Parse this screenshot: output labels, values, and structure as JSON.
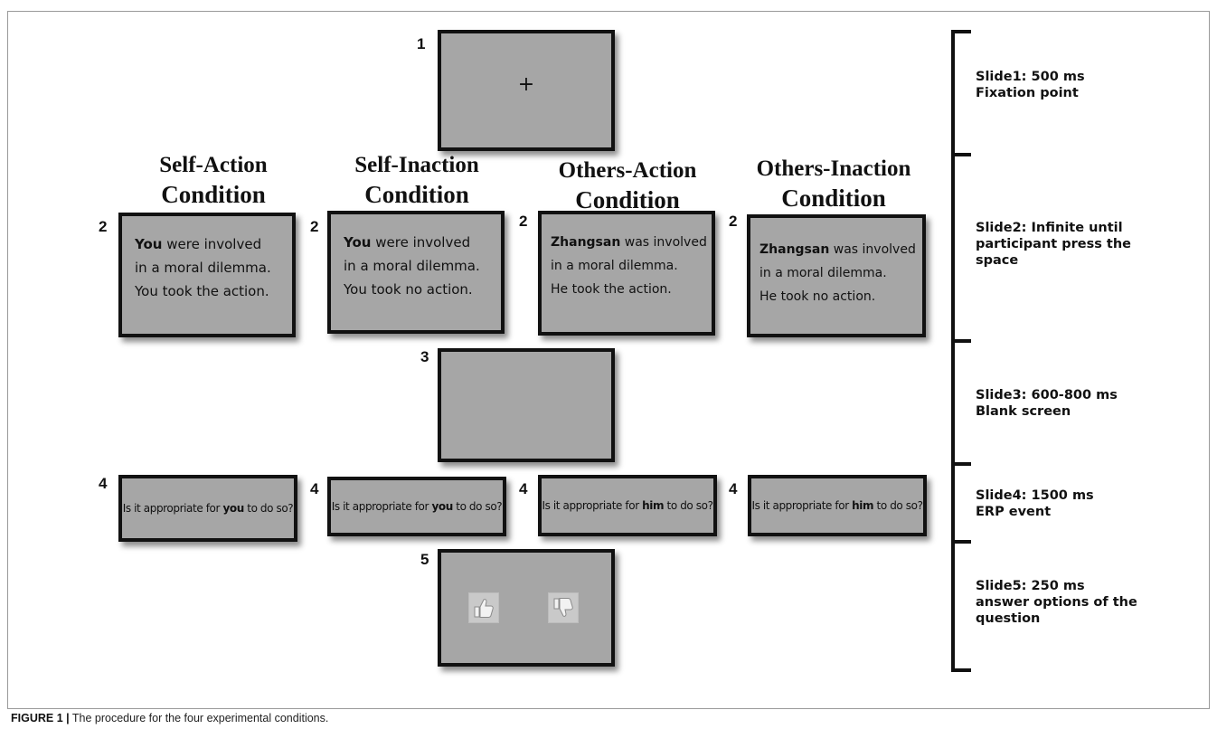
{
  "conditions": [
    {
      "line1": "Self-Action",
      "line2": "Condition"
    },
    {
      "line1": "Self-Inaction",
      "line2": "Condition"
    },
    {
      "line1": "Others-Action",
      "line2": "Condition"
    },
    {
      "line1": "Others-Inaction",
      "line2": "Condition"
    }
  ],
  "slide_numbers": {
    "s1": "1",
    "s2": "2",
    "s3": "3",
    "s4": "4",
    "s5": "5"
  },
  "fixation_symbol": "+",
  "stimuli": [
    {
      "subject": "You",
      "rest": " were involved",
      "line2": "in a moral dilemma.",
      "line3": "You took the action."
    },
    {
      "subject": "You",
      "rest": " were involved",
      "line2": "in a moral dilemma.",
      "line3": "You took no action."
    },
    {
      "subject": "Zhangsan",
      "rest": " was involved",
      "line2": "in  a  moral  dilemma.",
      "line3": "He  took  the  action."
    },
    {
      "subject": "Zhangsan",
      "rest": " was involved",
      "line2": "in  a  moral  dilemma.",
      "line3": "He  took  no  action."
    }
  ],
  "questions": [
    {
      "pre": "Is it appropriate for ",
      "target": "you",
      "post": " to do so?"
    },
    {
      "pre": "Is it appropriate for ",
      "target": "you",
      "post": " to do so?"
    },
    {
      "pre": "Is it appropriate for ",
      "target": "him",
      "post": " to do so?"
    },
    {
      "pre": "Is it appropriate for ",
      "target": "him",
      "post": " to do so?"
    }
  ],
  "answer_icons": [
    "thumbs-up-icon",
    "thumbs-down-icon"
  ],
  "timeline": [
    {
      "title": "Slide1: 500 ms",
      "desc": [
        "Fixation point"
      ]
    },
    {
      "title": "Slide2: Infinite until",
      "desc": [
        "participant press the",
        "space"
      ]
    },
    {
      "title": "Slide3: 600-800 ms",
      "desc": [
        "Blank screen"
      ]
    },
    {
      "title": "Slide4: 1500 ms",
      "desc": [
        "ERP event"
      ]
    },
    {
      "title": "Slide5: 250 ms",
      "desc": [
        "answer options of the",
        "question"
      ]
    }
  ],
  "caption": {
    "label": "FIGURE 1 |",
    "text": " The procedure for the four experimental conditions."
  },
  "colors": {
    "screen_fill": "#a6a6a6",
    "border": "#111111"
  }
}
